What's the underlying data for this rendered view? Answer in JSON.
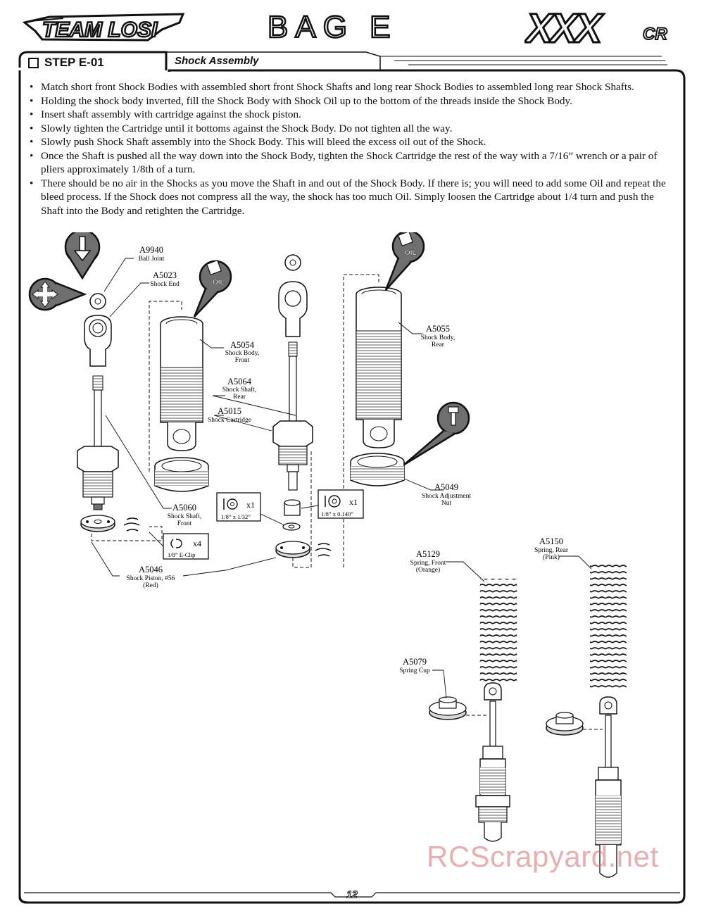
{
  "header": {
    "brand_left": "TEAM LOSI",
    "bag_title": "BAG E",
    "brand_right": "XXX",
    "brand_right_suffix": "CR"
  },
  "step": {
    "label": "STEP E-01",
    "title": "Shock Assembly"
  },
  "instructions": [
    "Match short front Shock Bodies with assembled short front Shock Shafts and long rear Shock Bodies to assembled long rear Shock Shafts.",
    "Holding the shock body inverted, fill the Shock Body with Shock Oil up to the bottom of the threads inside the Shock Body.",
    "Insert shaft assembly with cartridge against the shock piston.",
    "Slowly tighten the Cartridge until it bottoms against the Shock Body. Do not tighten all the way.",
    "Slowly push Shock Shaft assembly into the Shock Body. This will bleed the excess oil out of the Shock.",
    "Once the Shaft is pushed all the way down into the Shock Body, tighten the Shock Cartridge the rest of the way with a 7/16” wrench or a pair of pliers approximately 1/8th of a turn.",
    "There should be no air in the Shocks as you move the Shaft in and out of the Shock Body. If there is; you will need to add some Oil and repeat the bleed process. If the Shock does not compress all the way, the shock has too much Oil. Simply loosen the Cartridge about 1/4 turn and push the Shaft into the Body and retighten the Cartridge."
  ],
  "parts": {
    "a9940": {
      "code": "A9940",
      "desc": "Ball Joint"
    },
    "a5023": {
      "code": "A5023",
      "desc": "Shock End"
    },
    "a5054": {
      "code": "A5054",
      "desc1": "Shock Body,",
      "desc2": "Front"
    },
    "a5064": {
      "code": "A5064",
      "desc1": "Shock Shaft,",
      "desc2": "Rear"
    },
    "a5015": {
      "code": "A5015",
      "desc": "Shock Cartridge"
    },
    "a5055": {
      "code": "A5055",
      "desc1": "Shock Body,",
      "desc2": "Rear"
    },
    "a5049": {
      "code": "A5049",
      "desc1": "Shock Adjustment",
      "desc2": "Nut"
    },
    "a5060": {
      "code": "A5060",
      "desc1": "Shock Shaft,",
      "desc2": "Front"
    },
    "a5046": {
      "code": "A5046",
      "desc1": "Shock Piston, #56",
      "desc2": "(Red)"
    },
    "a5129": {
      "code": "A5129",
      "desc1": "Spring, Front",
      "desc2": "(Orange)"
    },
    "a5150": {
      "code": "A5150",
      "desc1": "Spring, Rear",
      "desc2": "(Pink)"
    },
    "a5079": {
      "code": "A5079",
      "desc": "Spring Cup"
    }
  },
  "callouts": {
    "eclip": {
      "qty": "x4",
      "size": "1/8” E-Clip"
    },
    "washer_a": {
      "qty": "x1",
      "size": "1/8” x 1/32”"
    },
    "washer_b": {
      "qty": "x1",
      "size": "1/8” x 0.140”"
    }
  },
  "icons": {
    "oil_label": "OIL"
  },
  "footer": {
    "page_number": "12"
  },
  "watermark": "RCScrapyard.net",
  "colors": {
    "ink": "#111111",
    "fill_gray": "#d9d9d9",
    "dark_gray": "#6f6f6f",
    "watermark": "#d76e6e"
  }
}
